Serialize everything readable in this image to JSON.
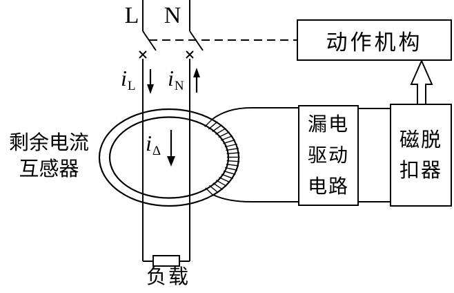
{
  "diagram": {
    "title_hint": "residual-current-device-schematic",
    "terminals": {
      "live": "L",
      "neutral": "N"
    },
    "currents": {
      "live": {
        "base": "i",
        "sub": "L"
      },
      "neutral": {
        "base": "i",
        "sub": "N"
      },
      "residual": {
        "base": "i",
        "sub": "Δ"
      }
    },
    "transformer_label": {
      "line1": "剩余电流",
      "line2": "互感器"
    },
    "boxes": {
      "actuator": "动作机构",
      "drive": {
        "line1": "漏电",
        "line2": "驱动",
        "line3": "电路"
      },
      "trip": {
        "line1": "磁脱",
        "line2": "扣器"
      }
    },
    "load_label": "负载",
    "colors": {
      "line": "#000000",
      "background": "#ffffff"
    }
  }
}
